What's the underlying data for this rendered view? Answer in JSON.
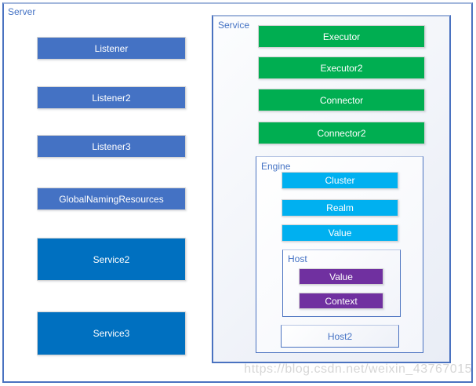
{
  "diagram": {
    "server": {
      "label": "Server",
      "items": [
        {
          "label": "Listener"
        },
        {
          "label": "Listener2"
        },
        {
          "label": "Listener3"
        },
        {
          "label": "GlobalNamingResources"
        },
        {
          "label": "Service2"
        },
        {
          "label": "Service3"
        }
      ]
    },
    "service": {
      "label": "Service",
      "items": [
        {
          "label": "Executor"
        },
        {
          "label": "Executor2"
        },
        {
          "label": "Connector"
        },
        {
          "label": "Connector2"
        }
      ]
    },
    "engine": {
      "label": "Engine",
      "items": [
        {
          "label": "Cluster"
        },
        {
          "label": "Realm"
        },
        {
          "label": "Value"
        }
      ]
    },
    "host": {
      "label": "Host",
      "items": [
        {
          "label": "Value"
        },
        {
          "label": "Context"
        }
      ]
    },
    "host2": {
      "label": "Host2"
    }
  },
  "watermark": "https://blog.csdn.net/weixin_43767015",
  "colors": {
    "listener_blue": "#4472C4",
    "service_blue": "#0070C0",
    "executor_green": "#00AE51",
    "engine_cyan": "#00B0F0",
    "host_purple": "#7030A0",
    "container_border_blue": "#4A72C0",
    "label_blue": "#4472C4",
    "watermark_gray": "#D6D6D6"
  }
}
